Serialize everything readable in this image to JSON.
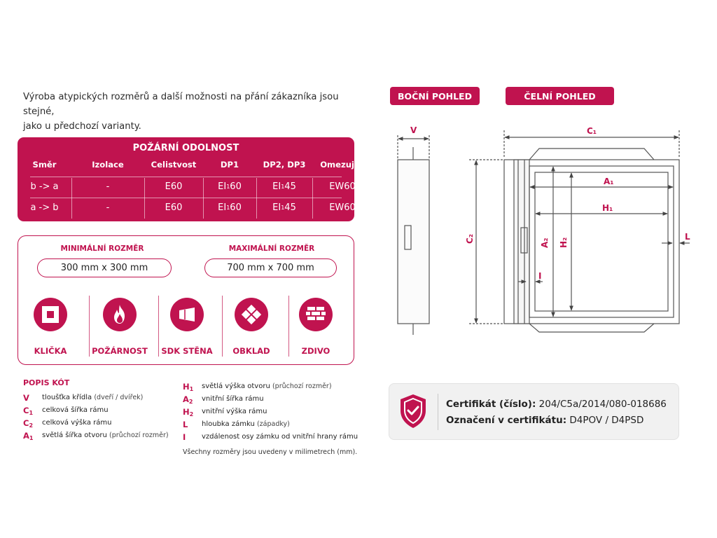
{
  "intro": {
    "line1": "Výroba atypických rozměrů a další možnosti na přání zákazníka jsou stejné,",
    "line2": "jako u předchozí varianty."
  },
  "fire_table": {
    "title": "POŽÁRNÍ ODOLNOST",
    "headers": [
      "Směr",
      "Izolace",
      "Celistvost",
      "DP1",
      "DP2, DP3",
      "Omezující"
    ],
    "rows": [
      {
        "smer": "b -> a",
        "izolace": "-",
        "celistvost": "E60",
        "dp1_base": "EI",
        "dp1_sub": "1",
        "dp1_val": "60",
        "dp23_base": "EI",
        "dp23_sub": "1",
        "dp23_val": "45",
        "omezujici": "EW60"
      },
      {
        "smer": "a -> b",
        "izolace": "-",
        "celistvost": "E60",
        "dp1_base": "EI",
        "dp1_sub": "1",
        "dp1_val": "60",
        "dp23_base": "EI",
        "dp23_sub": "1",
        "dp23_val": "45",
        "omezujici": "EW60"
      }
    ]
  },
  "sizes": {
    "min_label": "MINIMÁLNÍ ROZMĚR",
    "min_value": "300 mm x 300 mm",
    "max_label": "MAXIMÁLNÍ ROZMĚR",
    "max_value": "700 mm x 700 mm"
  },
  "features": [
    {
      "label": "KLIČKA",
      "icon": "handle-square-icon"
    },
    {
      "label": "POŽÁRNOST",
      "icon": "flame-icon"
    },
    {
      "label": "SDK STĚNA",
      "icon": "drywall-icon"
    },
    {
      "label": "OBKLAD",
      "icon": "tile-diamond-icon"
    },
    {
      "label": "ZDIVO",
      "icon": "brick-wall-icon"
    }
  ],
  "legend": {
    "title": "POPIS KÓT",
    "left": [
      {
        "sym": "V",
        "sub": "",
        "desc": "tloušťka křídla",
        "small": "(dveří / dvířek)"
      },
      {
        "sym": "C",
        "sub": "1",
        "desc": "celková šířka rámu",
        "small": ""
      },
      {
        "sym": "C",
        "sub": "2",
        "desc": "celková výška rámu",
        "small": ""
      },
      {
        "sym": "A",
        "sub": "1",
        "desc": "světlá šířka otvoru",
        "small": "(průchozí rozměr)"
      }
    ],
    "right": [
      {
        "sym": "H",
        "sub": "1",
        "desc": "světlá výška otvoru",
        "small": "(průchozí rozměr)"
      },
      {
        "sym": "A",
        "sub": "2",
        "desc": "vnitřní šířka rámu",
        "small": ""
      },
      {
        "sym": "H",
        "sub": "2",
        "desc": "vnitřní výška rámu",
        "small": ""
      },
      {
        "sym": "L",
        "sub": "",
        "desc": "hloubka zámku",
        "small": "(západky)"
      },
      {
        "sym": "I",
        "sub": "",
        "desc": "vzdálenost osy zámku od vnitřní hrany rámu",
        "small": ""
      }
    ],
    "note": "Všechny rozměry jsou uvedeny v milimetrech (mm)."
  },
  "views": {
    "side": "BOČNÍ POHLED",
    "front": "ČELNÍ POHLED"
  },
  "drawing_labels": {
    "v": "V",
    "c1": "C₁",
    "a1": "A₁",
    "h1": "H₁",
    "l": "L",
    "c2": "C₂",
    "a2": "A₂",
    "h2": "H₂",
    "i": "I"
  },
  "certificate": {
    "label1": "Certifikát (číslo):",
    "value1": "204/C5a/2014/080-018686",
    "label2": "Označení v certifikátu:",
    "value2": "D4POV / D4PSD"
  },
  "colors": {
    "accent": "#c0134f",
    "line": "#555555"
  }
}
